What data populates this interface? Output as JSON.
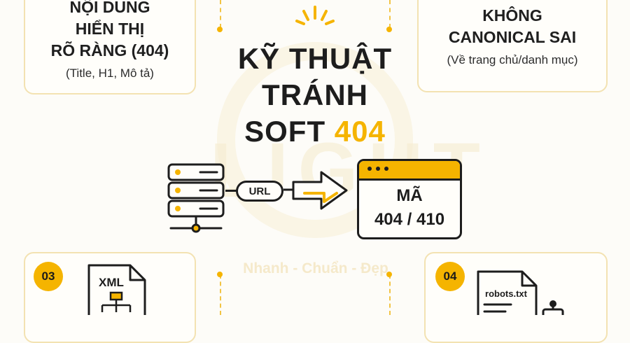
{
  "cards": {
    "top_left": {
      "title": "NỘI DUNG\nHIỂN THỊ\nRÕ RÀNG (404)",
      "subtitle": "(Title, H1, Mô tả)"
    },
    "top_right": {
      "title": "KHÔNG\nCANONICAL SAI",
      "subtitle": "(Về trang chủ/danh mục)"
    },
    "bottom_left": {
      "badge": "03",
      "file_label": "XML"
    },
    "bottom_right": {
      "badge": "04",
      "file_label": "robots.txt"
    }
  },
  "main_title": {
    "line1": "KỸ THUẬT",
    "line2": "TRÁNH",
    "line3_prefix": "SOFT ",
    "line3_accent": "404"
  },
  "flow": {
    "url_label": "URL",
    "result_line1": "MÃ",
    "result_line2": "404 / 410"
  },
  "watermark": {
    "text": "LIGHT",
    "tagline": "Nhanh - Chuẩn - Đẹp"
  },
  "colors": {
    "accent": "#f5b400",
    "card_border": "#f3e2b2",
    "ink": "#1d1d1d"
  }
}
